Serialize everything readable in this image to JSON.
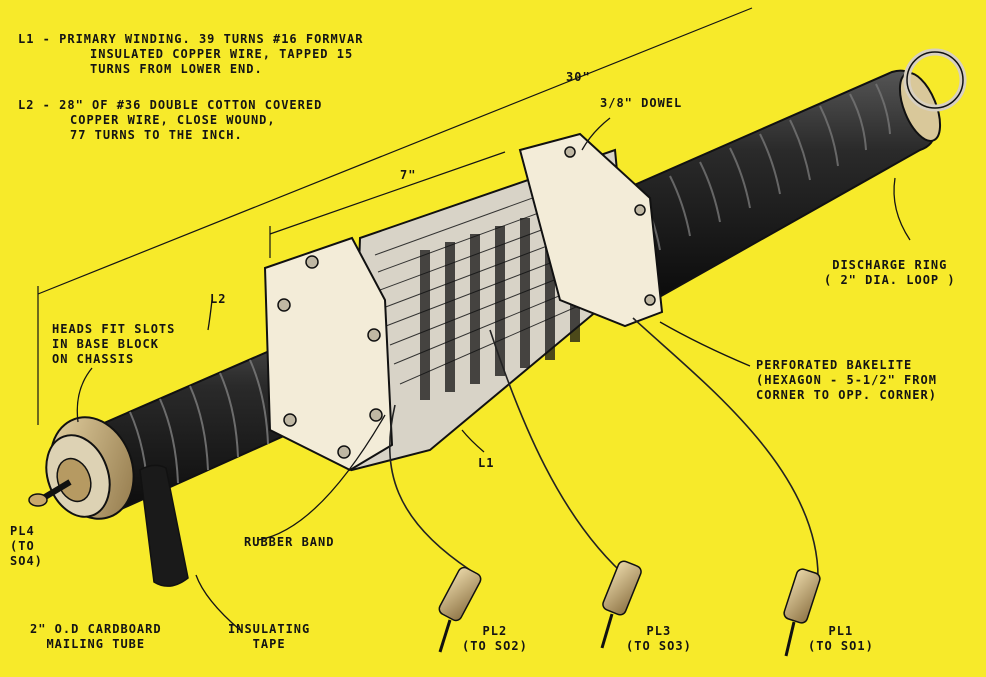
{
  "notes": {
    "l1": [
      "L1 - PRIMARY WINDING. 39 TURNS #16 FORMVAR",
      "INSULATED COPPER WIRE, TAPPED 15",
      "TURNS FROM LOWER END."
    ],
    "l2": [
      "L2 - 28\" OF #36 DOUBLE COTTON COVERED",
      "COPPER WIRE, CLOSE WOUND,",
      "77 TURNS TO THE INCH."
    ]
  },
  "dimensions": {
    "overall": "30\"",
    "core": "7\"",
    "dowel": "3/8\" DOWEL"
  },
  "labels": {
    "l2": "L2",
    "l1": "L1",
    "heads": [
      "HEADS FIT SLOTS",
      "IN BASE BLOCK",
      "ON CHASSIS"
    ],
    "discharge": [
      "DISCHARGE RING",
      "( 2\" DIA. LOOP )"
    ],
    "bakelite": [
      "PERFORATED BAKELITE",
      "(HEXAGON - 5-1/2\" FROM",
      "CORNER TO OPP. CORNER)"
    ],
    "rubber_band": "RUBBER BAND",
    "pl4": [
      "PL4",
      "(TO",
      "SO4)"
    ],
    "tube": [
      "2\" O.D CARDBOARD",
      "MAILING TUBE"
    ],
    "tape": [
      "INSULATING",
      "TAPE"
    ],
    "pl2": [
      "PL2",
      "(TO SO2)"
    ],
    "pl3": [
      "PL3",
      "(TO SO3)"
    ],
    "pl1": [
      "PL1",
      "(TO SO1)"
    ]
  },
  "colors": {
    "background": "#f7ea2a",
    "ink": "#141414",
    "coil": "#1b1b1b",
    "bakelite": "#f3ecd8",
    "brass": "#c9a86a"
  }
}
